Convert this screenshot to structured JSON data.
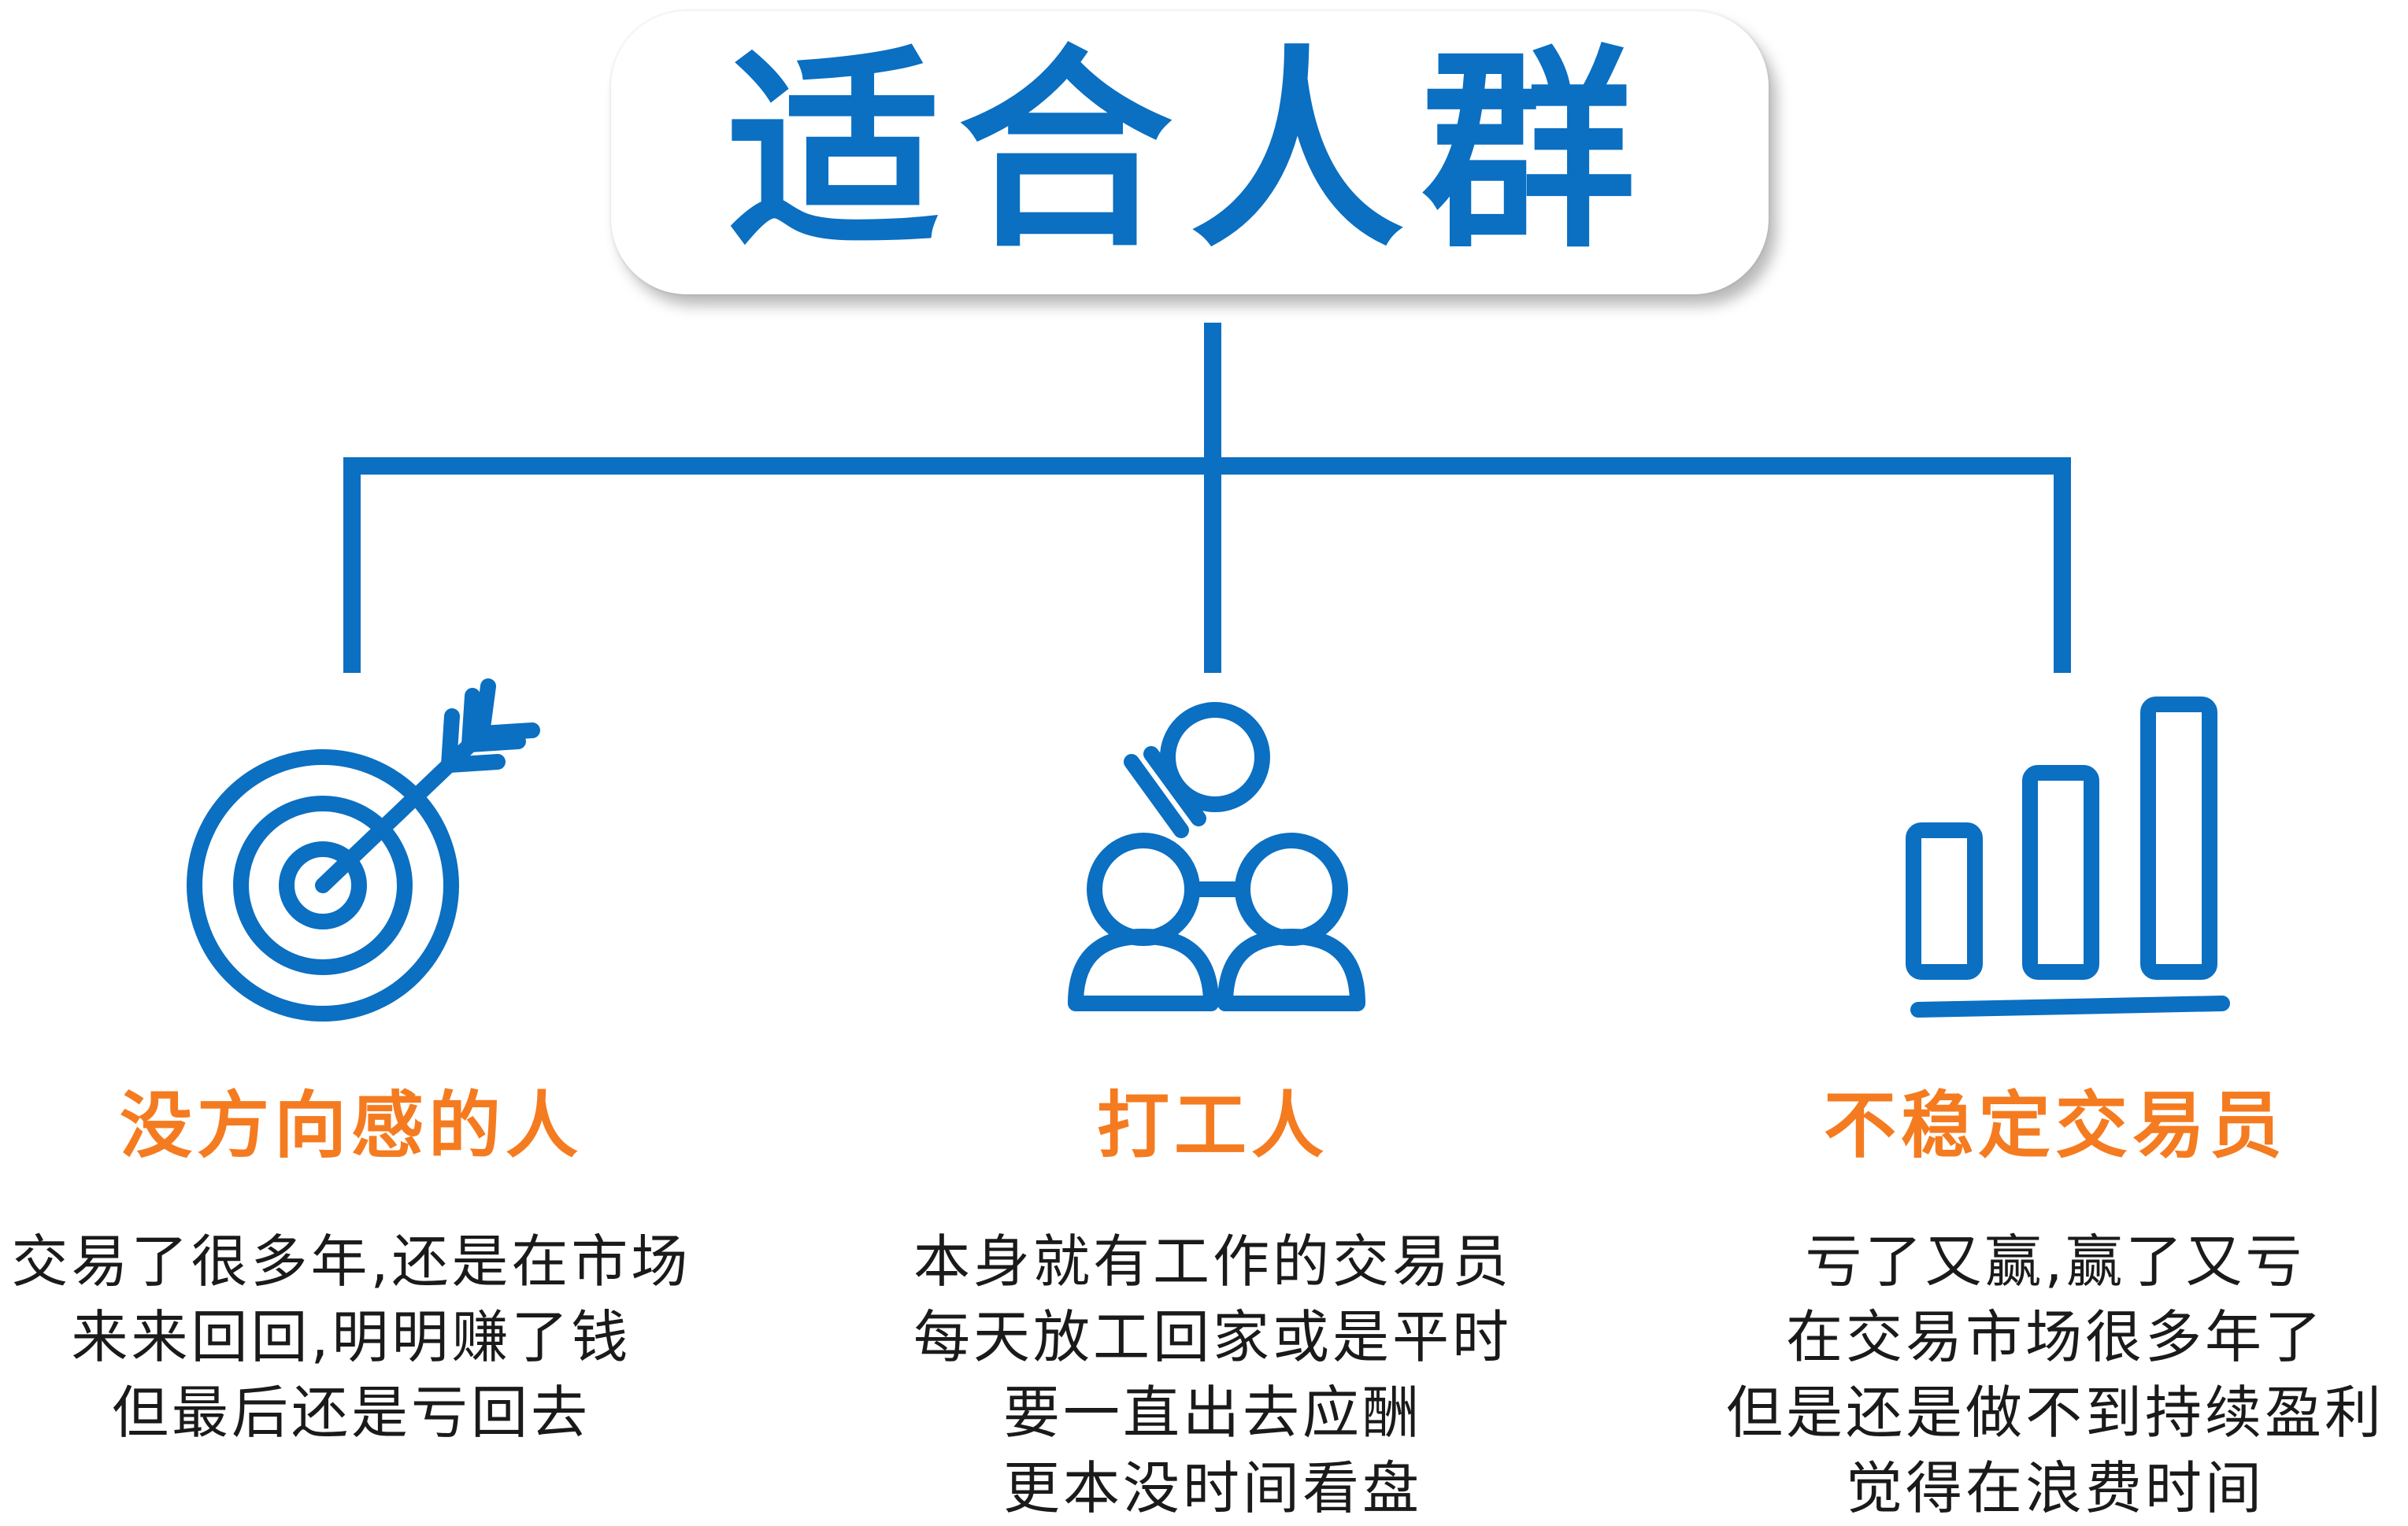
{
  "title": "适合人群",
  "colors": {
    "primary_blue": "#0b6fc2",
    "accent_orange": "#f57b20",
    "text": "#1a1a1a"
  },
  "columns": [
    {
      "icon": "target-arrow-icon",
      "heading": "没方向感的人",
      "lines": [
        "交易了很多年,还是在市场",
        "来来回回,明明赚了钱",
        "但最后还是亏回去"
      ]
    },
    {
      "icon": "worker-group-icon",
      "heading": "打工人",
      "lines": [
        "本身就有工作的交易员",
        "每天放工回家或是平时",
        "要一直出去应酬",
        "更本没时间看盘"
      ]
    },
    {
      "icon": "bar-chart-icon",
      "heading": "不稳定交易员",
      "lines": [
        "亏了又赢,赢了又亏",
        "在交易市场很多年了",
        "但是还是做不到持续盈利",
        "觉得在浪费时间"
      ]
    }
  ]
}
